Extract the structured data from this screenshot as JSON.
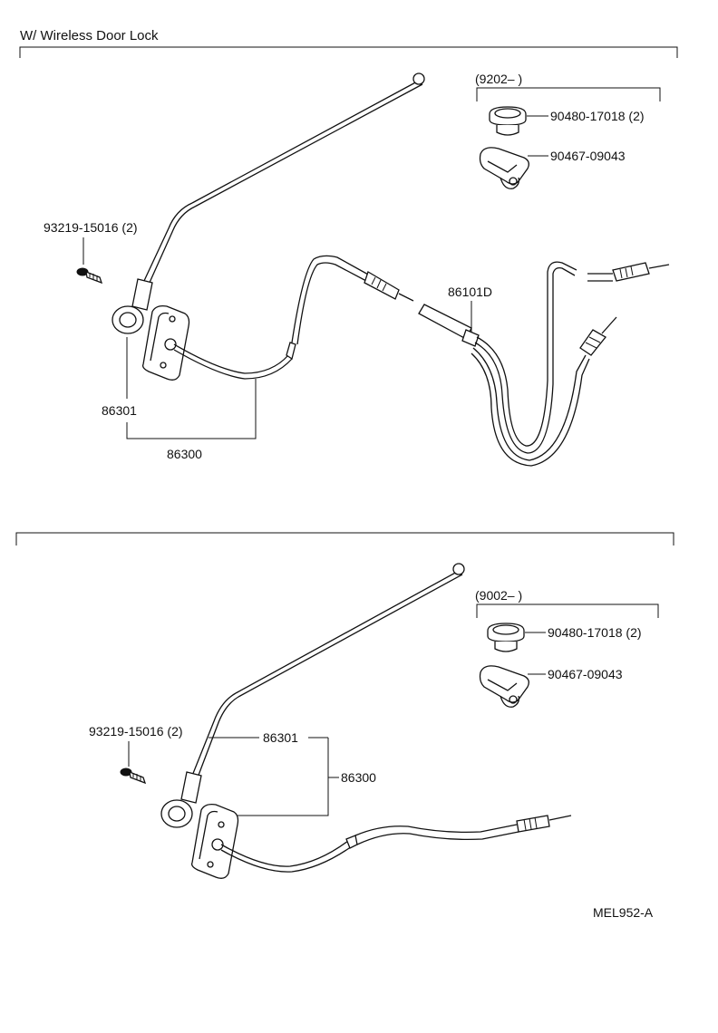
{
  "header": {
    "title": "W/ Wireless Door Lock"
  },
  "upper": {
    "date_range": "(9202–          )",
    "grommet": "90480-17018 (2)",
    "clip": "90467-09043",
    "screw": "93219-15016 (2)",
    "cable": "86101D",
    "mast": "86301",
    "assembly": "86300"
  },
  "lower": {
    "date_range": "(9002–          )",
    "grommet": "90480-17018 (2)",
    "clip": "90467-09043",
    "screw": "93219-15016 (2)",
    "mast": "86301",
    "assembly": "86300"
  },
  "footer": {
    "code": "MEL952-A"
  }
}
